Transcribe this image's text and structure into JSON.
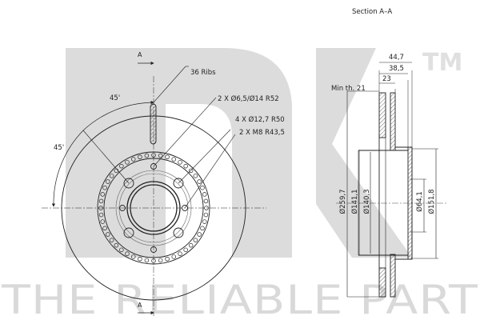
{
  "watermark": {
    "logo": "NK",
    "trademark": "TM",
    "tagline": "THE RELIABLE PART",
    "color": "#d9d9d9"
  },
  "front_view": {
    "section_marker_top": "A",
    "section_marker_bottom": "A",
    "angle_top": "45'",
    "angle_left": "45'",
    "callouts": [
      {
        "id": "ribs",
        "text": "36  Ribs"
      },
      {
        "id": "holes_small",
        "text": "2  X  Ø6,5/Ø14    R52"
      },
      {
        "id": "holes_bolt",
        "text": "4  X  Ø12,7    R50"
      },
      {
        "id": "threads",
        "text": "2  X  M8    R43,5"
      }
    ]
  },
  "section_view": {
    "title": "Section  A–A",
    "min_thickness_label": "Min  th.  21",
    "horizontal_dims": [
      {
        "id": "overall_height",
        "value": "44,7"
      },
      {
        "id": "hat_depth",
        "value": "38,5"
      },
      {
        "id": "disc_thickness",
        "value": "23"
      }
    ],
    "vertical_dims": [
      {
        "id": "outer_diameter",
        "value": "Ø259,7"
      },
      {
        "id": "inner_diameter_a",
        "value": "Ø141,1"
      },
      {
        "id": "inner_diameter_b",
        "value": "Ø140,3"
      },
      {
        "id": "center_bore",
        "value": "Ø64,1"
      },
      {
        "id": "hat_diameter",
        "value": "Ø151,8"
      }
    ]
  },
  "colors": {
    "line": "#222222",
    "watermark": "#d9d9d9",
    "background": "#ffffff"
  }
}
